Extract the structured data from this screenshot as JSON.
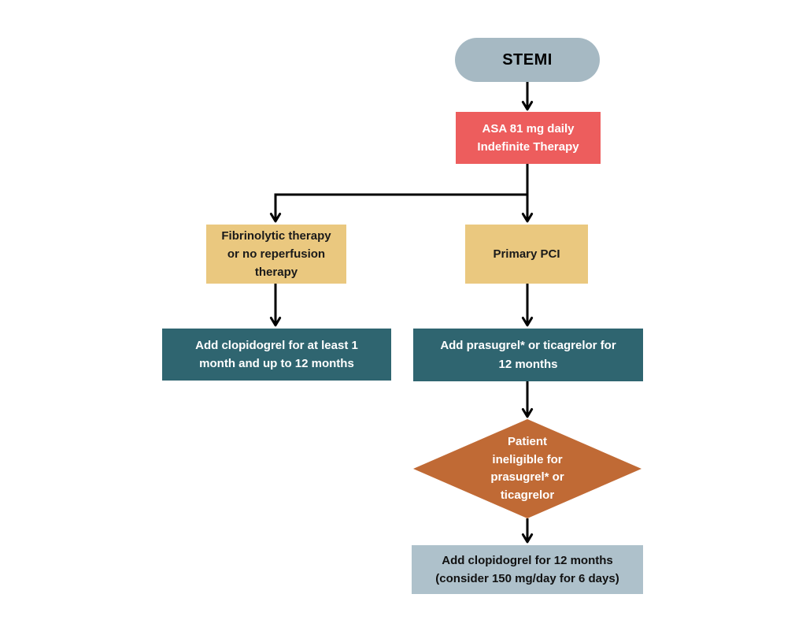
{
  "diagram": {
    "type": "flowchart",
    "background": "#ffffff",
    "connector_color": "#000000"
  },
  "nodes": {
    "stemi": {
      "label": "STEMI",
      "shape": "rounded-pill",
      "bg": "#a6b9c3",
      "text_color": "#000000"
    },
    "asa": {
      "label": "ASA 81 mg daily\nIndefinite Therapy",
      "shape": "rect",
      "bg": "#ed5d5d",
      "text_color": "#ffffff"
    },
    "fibrinolytic": {
      "label": "Fibrinolytic therapy\nor no reperfusion\ntherapy",
      "shape": "rect",
      "bg": "#eac87f",
      "text_color": "#1a1a1a"
    },
    "primary_pci": {
      "label": "Primary PCI",
      "shape": "rect",
      "bg": "#eac87f",
      "text_color": "#1a1a1a"
    },
    "clopidogrel_after_fibrinolytic": {
      "label": "Add clopidogrel for at least 1\nmonth and up to 12 months",
      "shape": "rect",
      "bg": "#2f6570",
      "text_color": "#ffffff"
    },
    "prasugrel_or_ticagrelor": {
      "label": "Add prasugrel* or ticagrelor for\n12 months",
      "shape": "rect",
      "bg": "#2f6570",
      "text_color": "#ffffff"
    },
    "ineligible_decision": {
      "label": "Patient\nineligible for\nprasugrel* or\nticagrelor",
      "shape": "diamond",
      "bg": "#c06a35",
      "text_color": "#ffffff"
    },
    "clopidogrel_12_months": {
      "label": "Add clopidogrel for 12 months\n(consider 150 mg/day for 6 days)",
      "shape": "rect",
      "bg": "#aec1cb",
      "text_color": "#111111"
    }
  },
  "edges": [
    {
      "from": "stemi",
      "to": "asa"
    },
    {
      "from": "asa",
      "to": "primary_pci"
    },
    {
      "from": "asa",
      "to": "fibrinolytic"
    },
    {
      "from": "fibrinolytic",
      "to": "clopidogrel_after_fibrinolytic"
    },
    {
      "from": "primary_pci",
      "to": "prasugrel_or_ticagrelor"
    },
    {
      "from": "prasugrel_or_ticagrelor",
      "to": "ineligible_decision"
    },
    {
      "from": "ineligible_decision",
      "to": "clopidogrel_12_months"
    }
  ]
}
